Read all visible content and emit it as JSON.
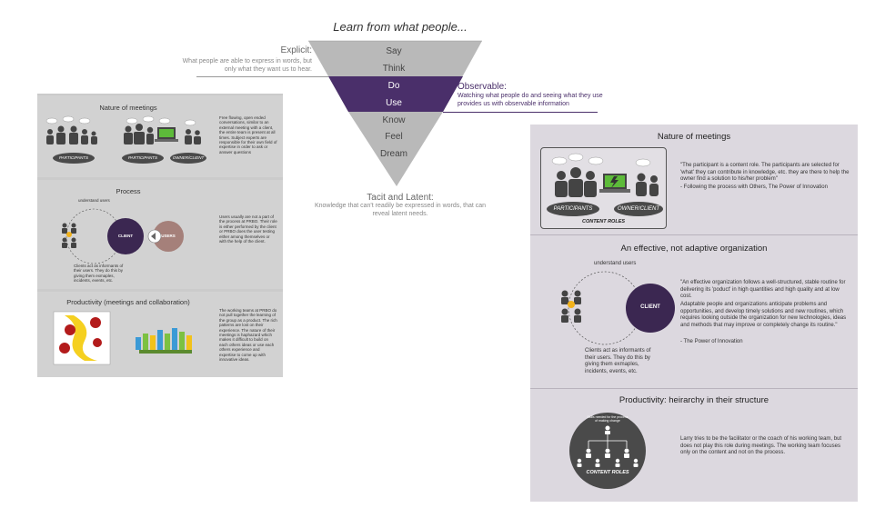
{
  "funnel": {
    "title": "Learn from what people...",
    "levels": [
      "Say",
      "Think",
      "Do",
      "Use",
      "Know",
      "Feel",
      "Dream"
    ],
    "explicit": {
      "heading": "Explicit:",
      "text": "What people are able to express in words, but only what they want us to hear."
    },
    "observable": {
      "heading": "Observable:",
      "text": "Watching what people do and seeing what they use provides us with observable information"
    },
    "tacit": {
      "heading": "Tacit and Latent:",
      "text": "Knowledge that can't readily be expressed in words, that can reveal latent needs."
    },
    "colors": {
      "gray": "#b9b9b9",
      "purple": "#4a2f6a"
    }
  },
  "left_panel": {
    "nature": {
      "title": "Nature of meetings",
      "participants_label": "PARTICIPANTS",
      "participants_label_2": "PARTICIPANTS",
      "owner_label": "OWNER/CLIENT",
      "text": "Free flowing, open ended conversations, similar to an external meeting with a client, the entire team is present at all times. Subject experts are responsible for their own field of expertise in order to ask or answer questions"
    },
    "process": {
      "title": "Process",
      "understand_users": "understand users",
      "client_label": "CLIENT",
      "users_label": "USERS",
      "informants": "Clients act as informants of their users. They do this by giving them exmaples, incidents, events, etc.",
      "text": "Users usually are not a part of the process at PRBO. Their role is either performed by the client or PRBO does the user testing either among themselves or with the help of the client."
    },
    "productivity": {
      "title": "Productivity (meetings and collaboration)",
      "text": "The working teams at PRBO do not pull together the learning of the group as a product. The rich patterns are lost on their experience. The nature of their meetings is haphazard which makes it difficult to build on each others ideas or use each others experience and expertise to come up with innovative ideas."
    }
  },
  "right_panel": {
    "nature": {
      "title": "Nature of meetings",
      "participants_label": "PARTICIPANTS",
      "owner_label": "OWNER/CLIENT",
      "content_roles": "CONTENT ROLES",
      "quote": "\"The participant is a content role. The participants are selected for 'what' they can contribute in knowledge, etc. they are there to help the owner find a solution to his/her problem\"",
      "source": "- Following the process with Others, The Power of Innovation"
    },
    "organization": {
      "title": "An effective, not adaptive organization",
      "understand_users": "understand users",
      "client_label": "CLIENT",
      "informants": "Clients act as informants of their users. They do this by giving them exmaples, incidents, events, etc.",
      "quote": "\"An effective organization follows a well-structured, stable routine for delivering its 'poduct' in high quantities and high quality and at low cost.",
      "quote2": "Adaptable people and organizations anticipate problems and opportunities, and develop timely solutions and new routines, which requires looking outside the organization for new technologies, ideas and methods that may improve or completely change its routine.\"",
      "source": "- The Power of Innovation"
    },
    "productivity": {
      "title": "Productivity: heirarchy in their structure",
      "circle_top": "Skills needed for the process of making change",
      "content_roles": "CONTENT ROLES",
      "text": "Larry tries to be the facilitator or the coach of his working team, but does not play this role during meetings. The working team focuses only on the content and not on the process."
    }
  }
}
